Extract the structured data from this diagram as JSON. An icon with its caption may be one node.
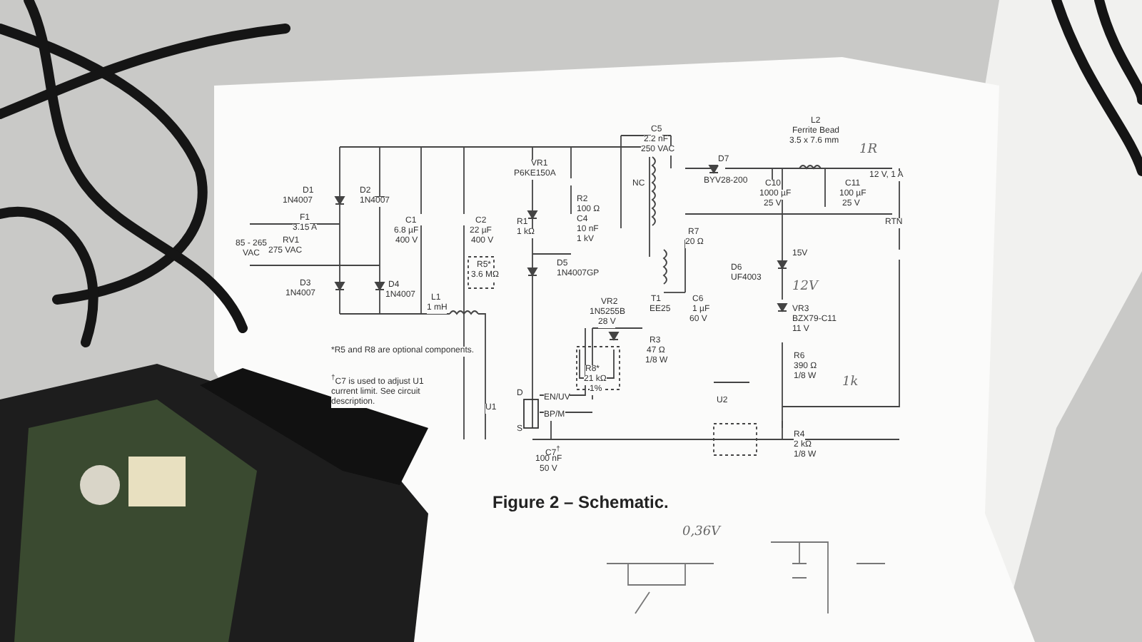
{
  "diagram": {
    "caption": "Figure 2 – Schematic.",
    "labels": [
      "D1",
      "1N4007",
      "D2",
      "1N4007",
      "F1",
      "3.15 A",
      "85 - 265 VAC",
      "RV1",
      "275 VAC",
      "C1",
      "6.8 µF",
      "400 V",
      "D3",
      "1N4007",
      "D4",
      "1N4007",
      "L1",
      "1 mH",
      "C2",
      "22 µF",
      "400 V",
      "R5*",
      "3.6 MΩ",
      "VR1",
      "P6KE150A",
      "R1",
      "1 kΩ",
      "R2",
      "100 Ω",
      "C4",
      "10 nF",
      "1 kV",
      "D5",
      "1N4007GP",
      "C5",
      "2.2 nF",
      "250 VAC",
      "NC",
      "D7",
      "BYV28-200",
      "T1",
      "EE25",
      "R7",
      "20 Ω",
      "D6",
      "UF4003",
      "C6",
      "1 µF",
      "60 V",
      "VR2",
      "1N5255B",
      "28 V",
      "R3",
      "47 Ω",
      "1/8 W",
      "R8*",
      "21 kΩ",
      "1%",
      "L2",
      "Ferrite Bead",
      "3.5 x 7.6 mm",
      "12 V, 1 A",
      "C10",
      "1000 µF",
      "25 V",
      "C11",
      "100 µF",
      "25 V",
      "RTN",
      "VR3",
      "BZX79-C11",
      "11 V",
      "R6",
      "390 Ω",
      "1/8 W",
      "U1",
      "D",
      "S",
      "EN/UV",
      "BP/M",
      "C7$^{†}$",
      "100 nF",
      "50 V",
      "U2",
      "R4",
      "2 kΩ",
      "1/8 W",
      "*R5 and R8 are optional components.",
      "$^{†}$C7 is used to adjust U1 current limit. See circuit description.",
      "15V",
      "12V",
      "1k",
      "1R",
      "0,36V"
    ]
  }
}
